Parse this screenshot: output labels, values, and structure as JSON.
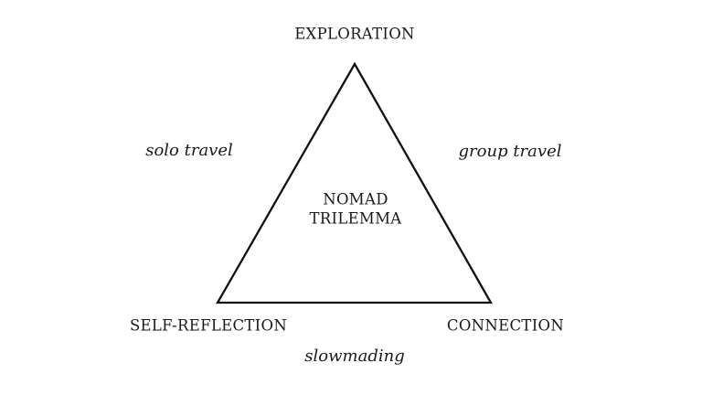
{
  "diagram": {
    "center_label": {
      "line1": "NOMAD",
      "line2": "TRILEMMA"
    },
    "vertices": {
      "top": {
        "label": "EXPLORATION"
      },
      "bottom_left": {
        "label": "SELF-REFLECTION"
      },
      "bottom_right": {
        "label": "CONNECTION"
      }
    },
    "edges": {
      "left": {
        "label": "solo travel"
      },
      "right": {
        "label": "group travel"
      },
      "bottom": {
        "label": "slowmading"
      }
    },
    "colors": {
      "background": "#ffffff",
      "line": "#111111",
      "text": "#1a1a1a"
    }
  }
}
